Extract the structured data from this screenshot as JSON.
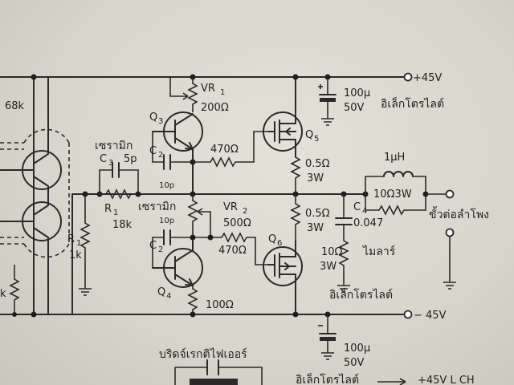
{
  "supply": {
    "pos": "+45V",
    "neg": "− 45V",
    "lch": "+45V L CH"
  },
  "components": {
    "r_68k": "68k",
    "q3": "Q",
    "q3_sub": "3",
    "q4": "Q",
    "q4_sub": "4",
    "q5": "Q",
    "q5_sub": "5",
    "q6": "Q",
    "q6_sub": "6",
    "vr1": "VR",
    "vr1_sub": "1",
    "vr1_val": "200Ω",
    "vr2": "VR",
    "vr2_sub": "2",
    "vr2_val": "500Ω",
    "c2_top": "C",
    "c2_top_sub": "2",
    "c2_top_val": "10p",
    "c2_bot": "C",
    "c2_bot_sub": "2",
    "c2_bot_val": "10p",
    "c3": "C",
    "c3_sub": "3",
    "c3_val": "5p",
    "r1_top": "R",
    "r1_top_sub": "1",
    "r1_top_val": "18k",
    "r1_left": "R",
    "r1_left_sub": "1",
    "r1_left_val": "1k",
    "r_470_top": "470Ω",
    "r_470_bot": "470Ω",
    "r_05_top": "0.5Ω",
    "r_05_top_w": "3W",
    "r_05_bot": "0.5Ω",
    "r_05_bot_w": "3W",
    "r_100": "100Ω",
    "r_10_out": "10Ω",
    "r_10_out_w": "3W",
    "c4": "C",
    "c4_sub": "4",
    "c4_val": "0.047",
    "l1": "1μH",
    "l1_r": "10Ω3W",
    "cap_top_val": "100μ",
    "cap_top_v": "50V",
    "cap_bot_val": "100μ",
    "cap_bot_v": "50V",
    "r_left_k": "k"
  },
  "thai": {
    "ceramic_top": "เซรามิก",
    "ceramic_mid": "เซรามิก",
    "electrolytic_top": "อิเล็กโตรไลต์",
    "electrolytic_mid": "อิเล็กโตรไลต์",
    "electrolytic_bot": "อิเล็กโตรไลต์",
    "mylar": "ไมลาร์",
    "speaker_terminal": "ขั้วต่อลำโพง",
    "bridge_rectifier": "บริดจ์เรกติไฟเออร์"
  }
}
